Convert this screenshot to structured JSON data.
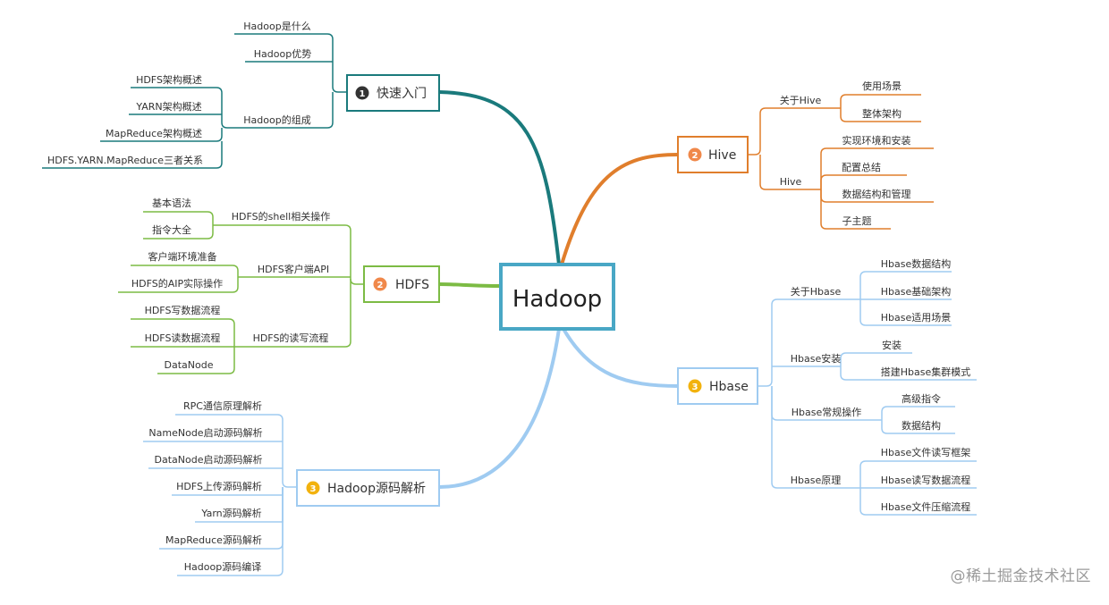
{
  "center": {
    "label": "Hadoop"
  },
  "branches": {
    "quickstart": {
      "label": "快速入门",
      "badge": "1",
      "color": "#1a7a7c",
      "items": [
        {
          "label": "Hadoop是什么"
        },
        {
          "label": "Hadoop优势"
        },
        {
          "label": "Hadoop的组成",
          "children": [
            "HDFS架构概述",
            "YARN架构概述",
            "MapReduce架构概述",
            "HDFS.YARN.MapReduce三者关系"
          ]
        }
      ]
    },
    "hdfs": {
      "label": "HDFS",
      "badge": "2",
      "color": "#7cbb44",
      "items": [
        {
          "label": "HDFS的shell相关操作",
          "children": [
            "基本语法",
            "指令大全"
          ]
        },
        {
          "label": "HDFS客户端API",
          "children": [
            "客户端环境准备",
            "HDFS的AIP实际操作"
          ]
        },
        {
          "label": "HDFS的读写流程",
          "children": [
            "HDFS写数据流程",
            "HDFS读数据流程",
            "DataNode"
          ]
        }
      ]
    },
    "source": {
      "label": "Hadoop源码解析",
      "badge": "3",
      "color": "#9fcbf1",
      "items": [
        "RPC通信原理解析",
        "NameNode启动源码解析",
        "DataNode启动源码解析",
        "HDFS上传源码解析",
        "Yarn源码解析",
        "MapReduce源码解析",
        "Hadoop源码编译"
      ]
    },
    "hive": {
      "label": "Hive",
      "badge": "2",
      "color": "#e07e2c",
      "items": [
        {
          "label": "关于Hive",
          "children": [
            "使用场景",
            "整体架构"
          ]
        },
        {
          "label": "Hive",
          "children": [
            "实现环境和安装",
            "配置总结",
            "数据结构和管理",
            "子主题"
          ]
        }
      ]
    },
    "hbase": {
      "label": "Hbase",
      "badge": "3",
      "color": "#9fcbf1",
      "items": [
        {
          "label": "关于Hbase",
          "children": [
            "Hbase数据结构",
            "Hbase基础架构",
            "Hbase适用场景"
          ]
        },
        {
          "label": "Hbase安装",
          "children": [
            "安装",
            "搭建Hbase集群模式"
          ]
        },
        {
          "label": "Hbase常规操作",
          "children": [
            "高级指令",
            "数据结构"
          ]
        },
        {
          "label": "Hbase原理",
          "children": [
            "Hbase文件读写框架",
            "Hbase读写数据流程",
            "Hbase文件压缩流程"
          ]
        }
      ]
    }
  },
  "badge_colors": {
    "one": "#333333",
    "two": "#f0884a",
    "three": "#f2b20e"
  },
  "watermark": "@稀土掘金技术社区"
}
